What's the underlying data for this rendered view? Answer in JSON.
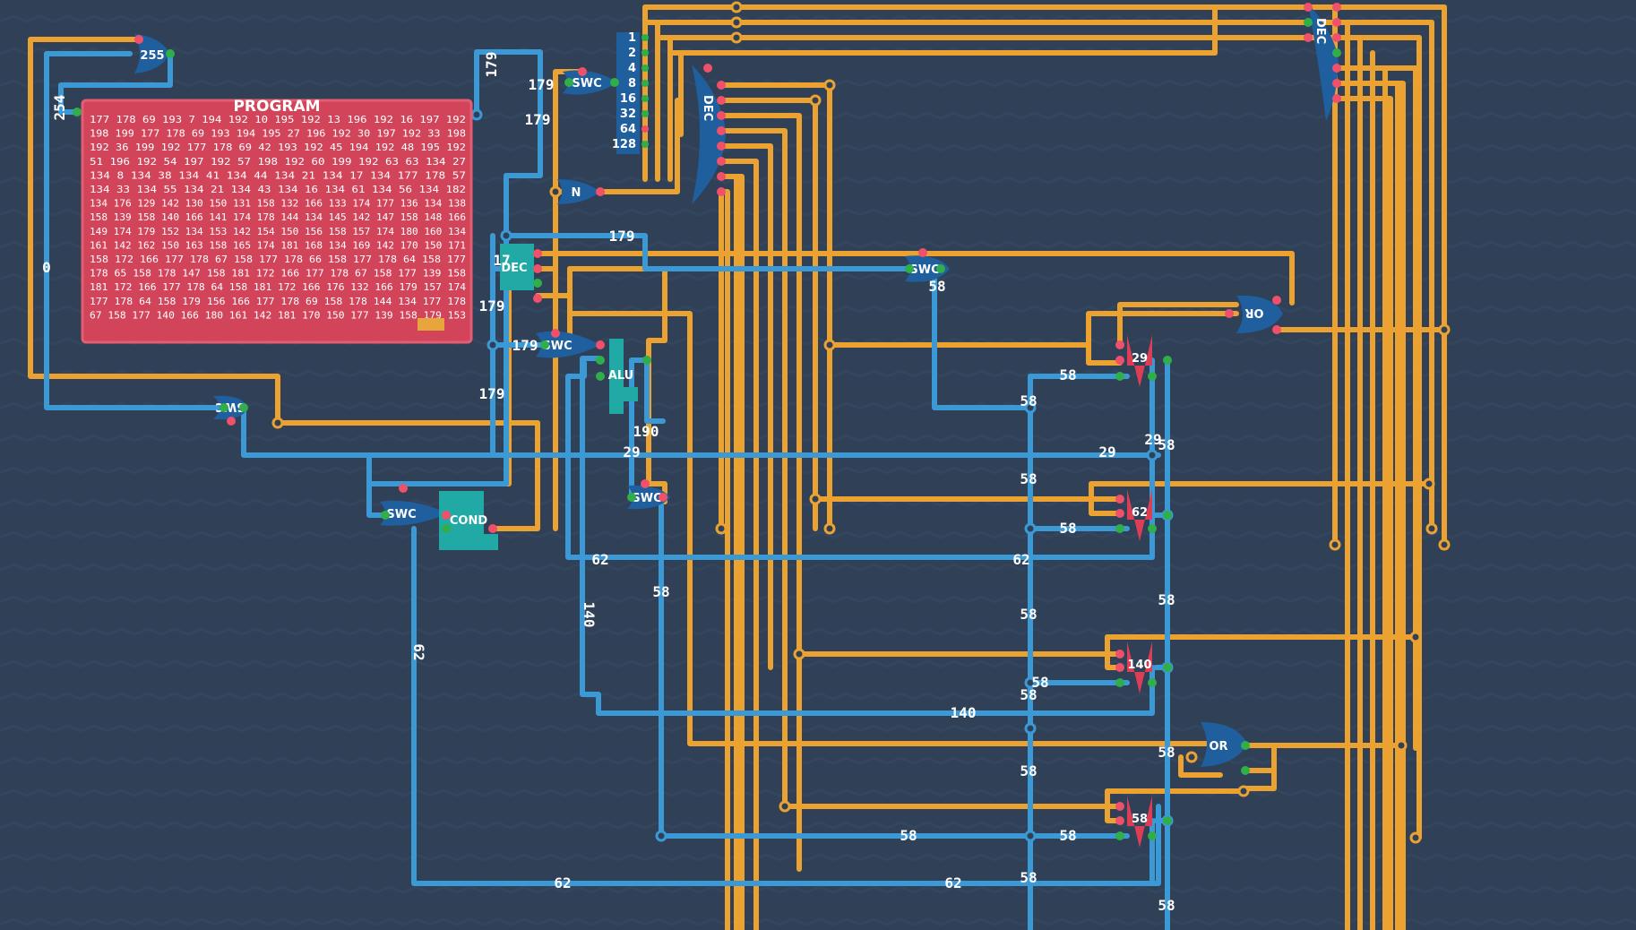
{
  "colors": {
    "background": "#2f4057",
    "wire_blue": "#3b9ad6",
    "wire_orange": "#eba231",
    "gate_blue": "#1f5f9e",
    "component_teal": "#21a9a6",
    "program_red": "#d2445a",
    "register_red": "#dc3f55",
    "pin_green": "#2fae4a",
    "pin_red": "#f0506a"
  },
  "program": {
    "title": "PROGRAM",
    "rows": [
      "177 178 69 193 7 194 192 10 195 192 13 196 192 16 197 192",
      "198 199 177 178 69 193 194 195 27 196 192 30 197 192 33 198",
      "192 36 199 192 177 178 69 42 193 192 45 194 192 48 195 192",
      "51 196 192 54 197 192 57 198 192 60 199 192 63 63 134 27",
      "134 8 134 38 134 41 134 44 134 21 134 17 134 177 178 57",
      "134 33 134 55 134 21 134 43 134 16 134 61 134 56 134 182",
      "134 176 129 142 130 150 131 158 132 166 133 174 177 136 134 138",
      "158 139 158 140 166 141 174 178 144 134 145 142 147 158 148 166",
      "149 174 179 152 134 153 142 154 150 156 158 157 174 180 160 134",
      "161 142 162 150 163 158 165 174 181 168 134 169 142 170 150 171",
      "158 172 166 177 178 67 158 177 178 66 158 177 178 64 158 177",
      "178 65 158 178 147 158 181 172 166 177 178 67 158 177 139 158",
      "181 172 166 177 178 64 158 181 172 166 176 132 166 179 157 174",
      "177 178 64 158 179 156 166 177 178 69 158 178 144 134 177 178",
      "67 158 177 140 166 180 161 142 181 170 150 177 139 158 179 153"
    ],
    "highlighted_value": "179"
  },
  "components": {
    "top_counter": "255",
    "bit_values": [
      "1",
      "2",
      "4",
      "8",
      "16",
      "32",
      "64",
      "128"
    ],
    "dec_main": "DEC",
    "dec_top_right": "DEC",
    "dec_small": "DEC",
    "alu": "ALU",
    "cond": "COND",
    "not_gate": "N",
    "or_upper": "OR",
    "or_lower": "OR",
    "swc": "SWC",
    "registers": [
      "29",
      "62",
      "140",
      "58"
    ]
  },
  "wire_labels": {
    "w179_top": "179",
    "w179_mid": "179",
    "w179_input": "179",
    "w179_left": "179",
    "w179_bus": "179",
    "w179_swc": "179",
    "w179_dec": "17",
    "w179_low": "179",
    "w254": "254",
    "w0": "0",
    "w190": "190",
    "w29_a": "29",
    "w29_b": "29",
    "w29_c": "29",
    "w58_a": "58",
    "w58_b": "58",
    "w58_c": "58",
    "w58_d": "58",
    "w58_e": "58",
    "w58_f": "58",
    "w58_g": "58",
    "w58_h": "58",
    "w58_i": "58",
    "w58_j": "58",
    "w58_k": "58",
    "w58_l": "58",
    "w58_m": "58",
    "w58_n": "58",
    "w58_o": "58",
    "w58_p": "58",
    "w58_q": "58",
    "w58_r": "58",
    "w62_a": "62",
    "w62_b": "62",
    "w62_c": "62",
    "w62_d": "62",
    "w62_e": "62",
    "w140_a": "140",
    "w140_b": "140"
  }
}
